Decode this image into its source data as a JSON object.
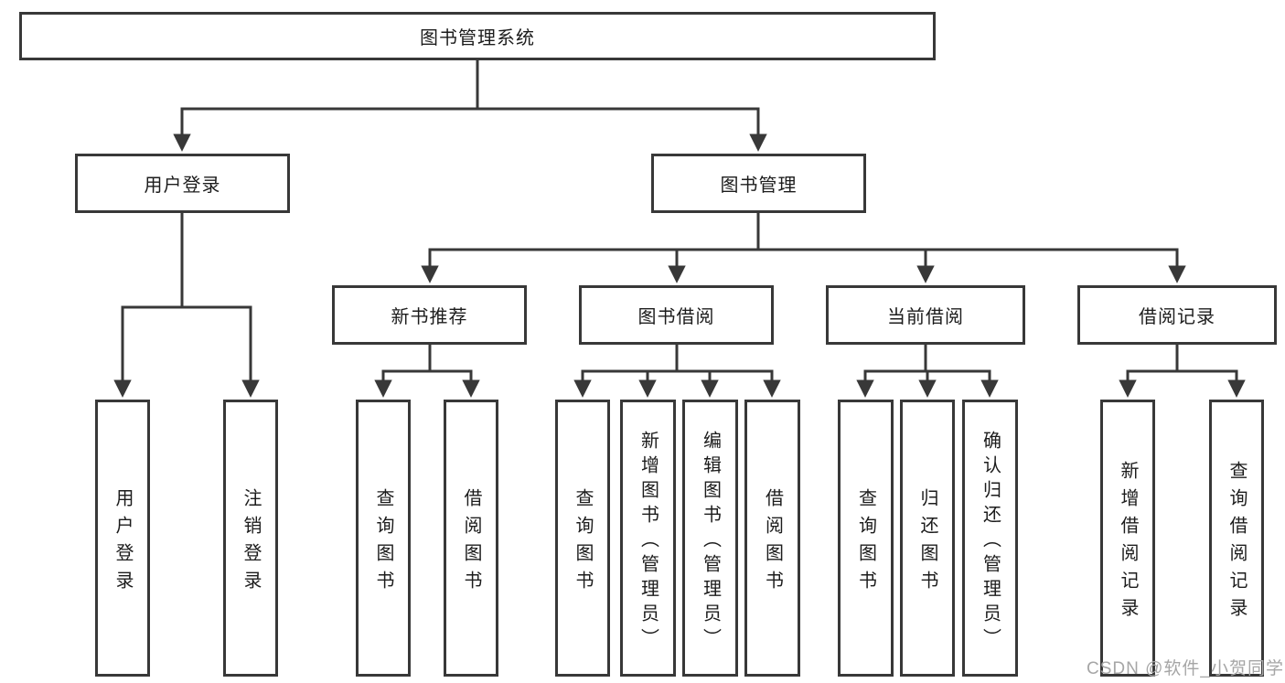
{
  "diagram": {
    "root": {
      "label": "图书管理系统"
    },
    "branches": [
      {
        "label": "用户登录",
        "children": [
          {
            "label": "用户登录"
          },
          {
            "label": "注销登录"
          }
        ]
      },
      {
        "label": "图书管理",
        "children": [
          {
            "label": "新书推荐",
            "children": [
              {
                "label": "查询图书"
              },
              {
                "label": "借阅图书"
              }
            ]
          },
          {
            "label": "图书借阅",
            "children": [
              {
                "label": "查询图书"
              },
              {
                "label": "新增图书（管理员）"
              },
              {
                "label": "编辑图书（管理员）"
              },
              {
                "label": "借阅图书"
              }
            ]
          },
          {
            "label": "当前借阅",
            "children": [
              {
                "label": "查询图书"
              },
              {
                "label": "归还图书"
              },
              {
                "label": "确认归还（管理员）"
              }
            ]
          },
          {
            "label": "借阅记录",
            "children": [
              {
                "label": "新增借阅记录"
              },
              {
                "label": "查询借阅记录"
              }
            ]
          }
        ]
      }
    ]
  },
  "watermark": {
    "text": "CSDN @软件_小贺同学"
  },
  "colors": {
    "line": "#383838",
    "text": "#1c1c1c",
    "watermark": "#a6a6a6",
    "background": "#ffffff"
  }
}
